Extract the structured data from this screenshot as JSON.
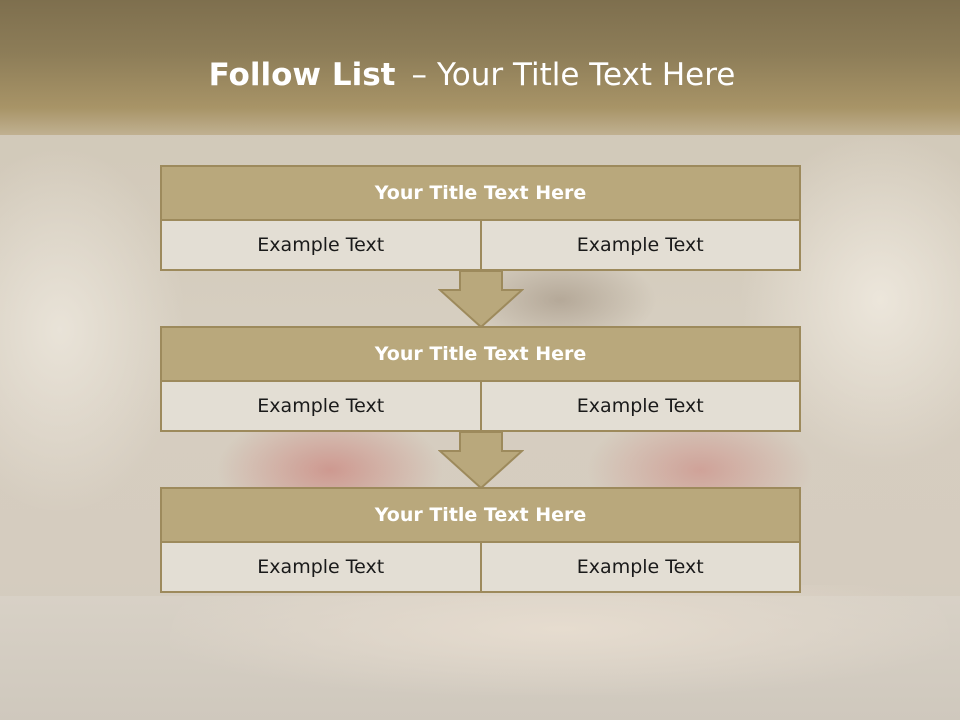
{
  "slide": {
    "title_bold": "Follow List",
    "title_dash": "–",
    "title_rest": "Your Title Text Here"
  },
  "blocks": [
    {
      "header": "Your Title Text Here",
      "cells": [
        "Example Text",
        "Example Text"
      ]
    },
    {
      "header": "Your Title Text Here",
      "cells": [
        "Example Text",
        "Example Text"
      ]
    },
    {
      "header": "Your Title Text Here",
      "cells": [
        "Example Text",
        "Example Text"
      ]
    }
  ],
  "colors": {
    "header_fill": "#b9a87c",
    "border": "#9d8a5c",
    "cell_fill": "#e3ded4",
    "arrow_fill": "#b9a87c"
  }
}
